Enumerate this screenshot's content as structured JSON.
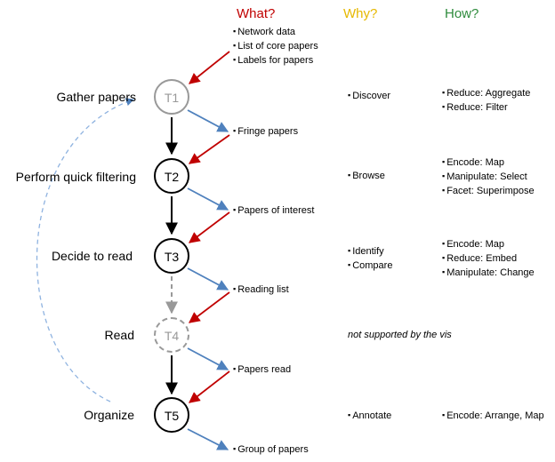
{
  "headers": {
    "what": "What?",
    "why": "Why?",
    "how": "How?",
    "what_color": "#c00000",
    "why_color": "#e6b800",
    "how_color": "#2e8b3c"
  },
  "colors": {
    "red_arrow": "#c00000",
    "blue_arrow": "#4f81bd",
    "black_arrow": "#000000",
    "gray": "#999999",
    "dashed_curve": "#8fb3e0"
  },
  "stages": [
    {
      "id": "T1",
      "label": "Gather papers",
      "style": "gray",
      "why": [
        "Discover"
      ],
      "how": [
        "Reduce: Aggregate",
        "Reduce: Filter"
      ]
    },
    {
      "id": "T2",
      "label": "Perform  quick filtering",
      "style": "solid",
      "why": [
        "Browse"
      ],
      "how": [
        "Encode: Map",
        "Manipulate: Select",
        "Facet: Superimpose"
      ]
    },
    {
      "id": "T3",
      "label": "Decide to read",
      "style": "solid",
      "why": [
        "Identify",
        "Compare"
      ],
      "how": [
        "Encode: Map",
        "Reduce: Embed",
        "Manipulate: Change"
      ]
    },
    {
      "id": "T4",
      "label": "Read",
      "style": "dash",
      "note": "not supported by the vis"
    },
    {
      "id": "T5",
      "label": "Organize",
      "style": "solid",
      "why": [
        "Annotate"
      ],
      "how": [
        "Encode: Arrange, Map"
      ]
    }
  ],
  "inputs": [
    "Network data",
    "List of core papers",
    "Labels for papers"
  ],
  "outputs": [
    "Fringe papers",
    "Papers of interest",
    "Reading list",
    "Papers read",
    "Group of papers"
  ]
}
